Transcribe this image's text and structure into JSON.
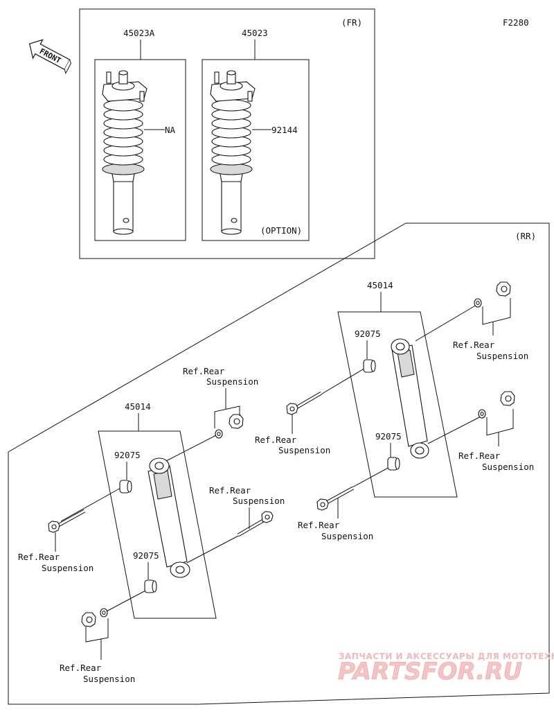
{
  "diagram_code": "F2280",
  "front_label": "FRONT",
  "front_section": {
    "label": "(FR)",
    "option_label": "(OPTION)",
    "left_part": "45023A",
    "right_part": "45023",
    "left_spring": "NA",
    "right_spring": "92144"
  },
  "rear_section": {
    "label": "(RR)",
    "left_shock": "45014",
    "right_shock": "45014",
    "bushing": "92075",
    "ref_line1": "Ref.Rear",
    "ref_line2": "Suspension"
  },
  "watermark": {
    "line1": "ЗАПЧАСТИ И АКСЕССУАРЫ ДЛЯ МОТОТЕХНИКИ",
    "line2": "PARTSFOR.RU"
  }
}
